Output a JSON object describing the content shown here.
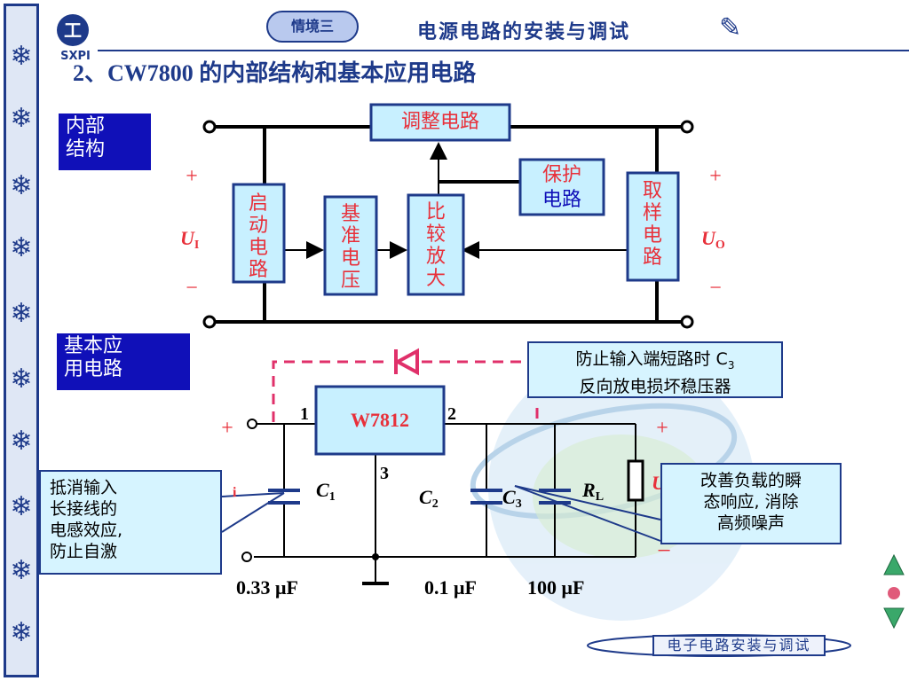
{
  "header": {
    "logo_text": "SXPI",
    "scenario_badge": "情境三",
    "title": "电源电路的安装与调试"
  },
  "section_title": "2、CW7800 的内部结构和基本应用电路",
  "internal": {
    "label_line1": "内部",
    "label_line2": "结构",
    "blocks": {
      "adjust": "调整电路",
      "protect_line1": "保护",
      "protect_line2": "电路",
      "startup": [
        "启",
        "动",
        "电",
        "路"
      ],
      "reference": [
        "基",
        "准",
        "电",
        "压"
      ],
      "compare": [
        "比",
        "较",
        "放",
        "大"
      ],
      "sampling": [
        "取",
        "样",
        "电",
        "路"
      ]
    },
    "ui_label": "U",
    "ui_sub": "I",
    "uo_label": "U",
    "uo_sub": "O",
    "plus": "+",
    "minus": "−"
  },
  "application": {
    "label_line1": "基本应",
    "label_line2": "用电路",
    "chip": "W7812",
    "pin1": "1",
    "pin2": "2",
    "pin3": "3",
    "c1": "C",
    "c1_sub": "1",
    "c2": "C",
    "c2_sub": "2",
    "c3": "C",
    "c3_sub": "3",
    "rl": "R",
    "rl_sub": "L",
    "ui_partial": "i",
    "uo_partial": "U",
    "c1_value": "0.33 μF",
    "c2_value": "0.1 μF",
    "c3_value": "100 μF",
    "plus": "+",
    "minus": "−"
  },
  "callouts": {
    "diode_line1": "防止输入端短路时 C",
    "diode_sub": "3",
    "diode_line2": "反向放电损坏稳压器",
    "input_lines": [
      "抵消输入",
      "长接线的",
      "电感效应,",
      "防止自激"
    ],
    "output_lines": [
      "改善负载的瞬",
      "态响应, 消除",
      "高频噪声"
    ]
  },
  "footer": {
    "course": "电子电路安装与调试"
  },
  "colors": {
    "navy": "#1e3a8a",
    "label_blue": "#1010b8",
    "block_fill": "#c8f0ff",
    "block_border": "#1e3a8a",
    "red_text": "#e8303a",
    "dashed_pink": "#e0306a",
    "callout_fill": "#d6f4ff"
  },
  "icons": {
    "sidebar": "snowflake-icon",
    "header": "pencil-icon",
    "nav_up": "triangle-up-icon",
    "nav_down": "triangle-down-icon"
  }
}
